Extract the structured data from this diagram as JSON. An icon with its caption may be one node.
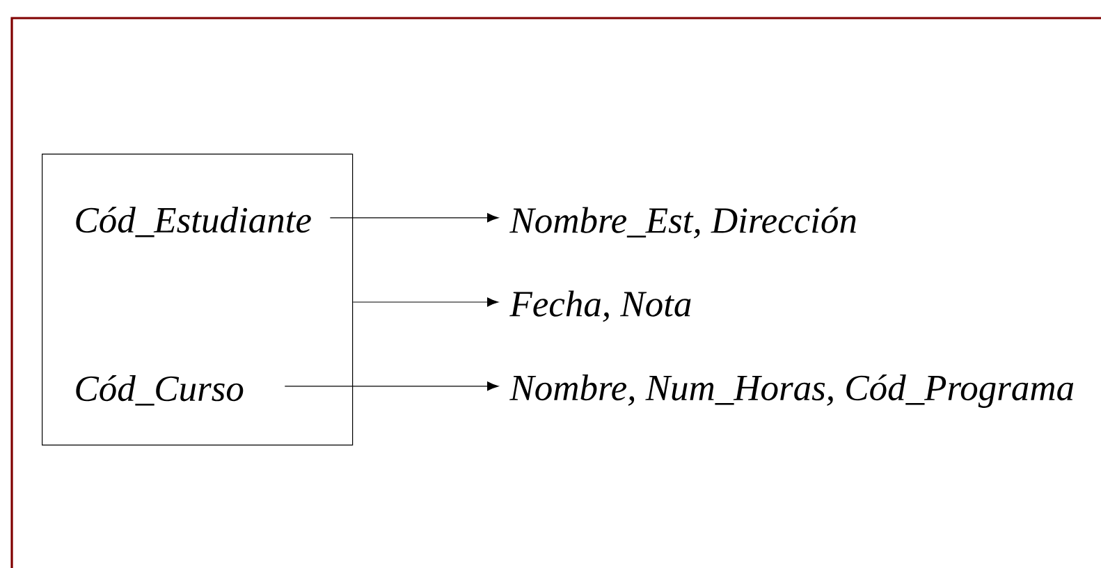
{
  "diagram": {
    "nodes": [
      {
        "text": [],
        "shape": "box"
      },
      {
        "text": [
          "*Cód_Estudiante*"
        ],
        "in": 0
      },
      {
        "text": [
          "*Cód_Curso*"
        ],
        "in": 0
      },
      {
        "text": [
          "*Nombre_Est, Dirección*"
        ]
      },
      {
        "text": [
          "*Fecha, Nota*"
        ]
      },
      {
        "text": [
          "*Nombre, Num_Horas, Cód_Programa*"
        ]
      }
    ],
    "edges": [
      {
        "from": 1,
        "to": 3,
        "arrow": "to"
      },
      {
        "from": 0,
        "to": 4,
        "arrow": "to"
      },
      {
        "from": 2,
        "to": 5,
        "arrow": "to"
      }
    ]
  }
}
